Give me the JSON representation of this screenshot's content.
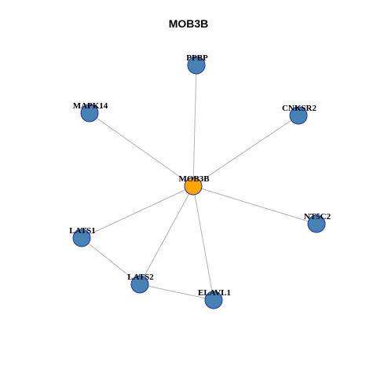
{
  "title": "MOB3B",
  "colors": {
    "center_node": "#ffa500",
    "neighbor_node": "#4682b4",
    "node_border": "#2233aa",
    "edge": "#b3b3b3"
  },
  "nodes": [
    {
      "id": "MOB3B",
      "label": "MOB3B",
      "role": "center"
    },
    {
      "id": "PPBP",
      "label": "PPBP",
      "role": "neighbor"
    },
    {
      "id": "MAPK14",
      "label": "MAPK14",
      "role": "neighbor"
    },
    {
      "id": "CNKSR2",
      "label": "CNKSR2",
      "role": "neighbor"
    },
    {
      "id": "NT5C2",
      "label": "NT5C2",
      "role": "neighbor"
    },
    {
      "id": "LATS1",
      "label": "LATS1",
      "role": "neighbor"
    },
    {
      "id": "LATS2",
      "label": "LATS2",
      "role": "neighbor"
    },
    {
      "id": "ELAVL1",
      "label": "ELAVL1",
      "role": "neighbor"
    }
  ],
  "edges": [
    {
      "source": "MOB3B",
      "target": "PPBP"
    },
    {
      "source": "MOB3B",
      "target": "MAPK14"
    },
    {
      "source": "MOB3B",
      "target": "CNKSR2"
    },
    {
      "source": "MOB3B",
      "target": "NT5C2"
    },
    {
      "source": "MOB3B",
      "target": "LATS1"
    },
    {
      "source": "MOB3B",
      "target": "LATS2"
    },
    {
      "source": "MOB3B",
      "target": "ELAVL1"
    },
    {
      "source": "LATS1",
      "target": "LATS2"
    },
    {
      "source": "LATS2",
      "target": "ELAVL1"
    }
  ]
}
